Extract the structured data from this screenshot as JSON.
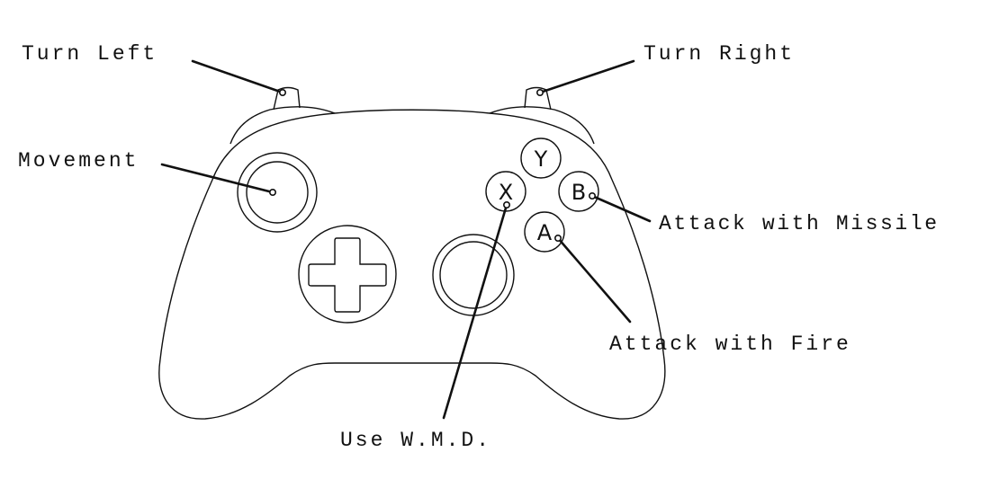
{
  "labels": {
    "turn_left": "Turn Left",
    "turn_right": "Turn Right",
    "movement": "Movement",
    "attack_missile": "Attack with Missile",
    "attack_fire": "Attack with Fire",
    "use_wmd": "Use W.M.D."
  },
  "buttons": {
    "y": "Y",
    "x": "X",
    "b": "B",
    "a": "A"
  },
  "colors": {
    "stroke": "#111111",
    "background": "#ffffff"
  }
}
